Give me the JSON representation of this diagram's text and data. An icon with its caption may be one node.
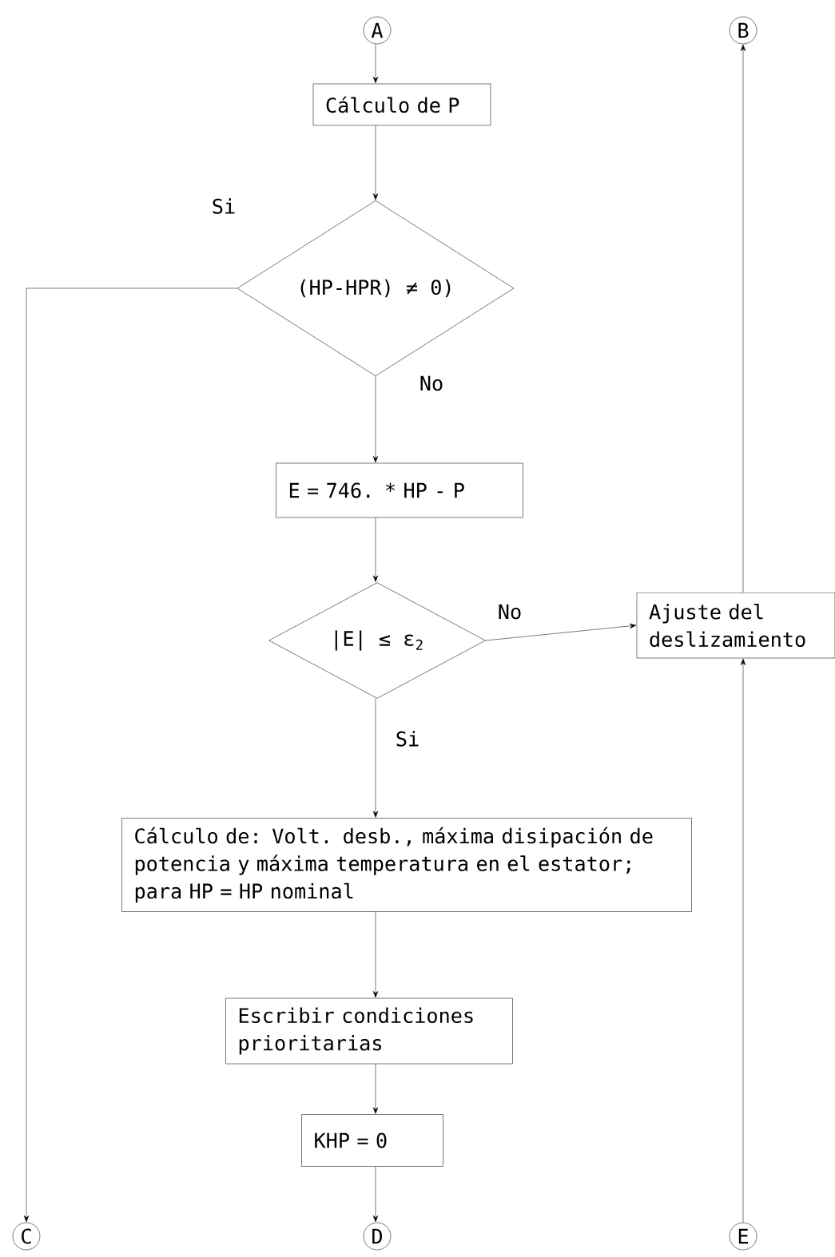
{
  "diagram": {
    "nodes": [
      {
        "text": [
          "A"
        ]
      },
      {
        "text": [
          "B"
        ]
      },
      {
        "text": [
          "Cálculo de P"
        ]
      },
      {
        "text": [
          "(HP-HPR) ≠  0)"
        ]
      },
      {
        "text": [
          "E = 746. * HP - P"
        ]
      },
      {
        "text": [
          "|E|  ≤  ε$_{2}$"
        ]
      },
      {
        "text": [
          "Ajuste del deslizamiento"
        ]
      },
      {
        "text": [
          "Cálculo de: Volt. desb., máxima disipación de potencia y máxima temperatura en el estator; para HP = HP nominal"
        ]
      },
      {
        "text": [
          "Escribir condiciones prioritarias"
        ]
      },
      {
        "text": [
          "KHP  =  0"
        ]
      },
      {
        "text": [
          "C"
        ]
      },
      {
        "text": [
          "D"
        ]
      },
      {
        "text": [
          "E"
        ]
      }
    ],
    "edges": [
      {
        "from": 0,
        "to": 2,
        "arrow": "to"
      },
      {
        "from": 2,
        "to": 3,
        "arrow": "to"
      },
      {
        "from": 3,
        "to": 10,
        "arrow": "to",
        "label": "Si"
      },
      {
        "from": 3,
        "to": 4,
        "arrow": "to",
        "label": "No"
      },
      {
        "from": 4,
        "to": 5,
        "arrow": "to"
      },
      {
        "from": 5,
        "to": 6,
        "arrow": "to",
        "label": "No"
      },
      {
        "from": 5,
        "to": 7,
        "arrow": "to",
        "label": "Si"
      },
      {
        "from": 7,
        "to": 8,
        "arrow": "to"
      },
      {
        "from": 8,
        "to": 9,
        "arrow": "to"
      },
      {
        "from": 9,
        "to": 11,
        "arrow": "to"
      },
      {
        "from": 6,
        "to": 1,
        "arrow": "to"
      },
      {
        "from": 12,
        "to": 6,
        "arrow": "to"
      }
    ]
  }
}
